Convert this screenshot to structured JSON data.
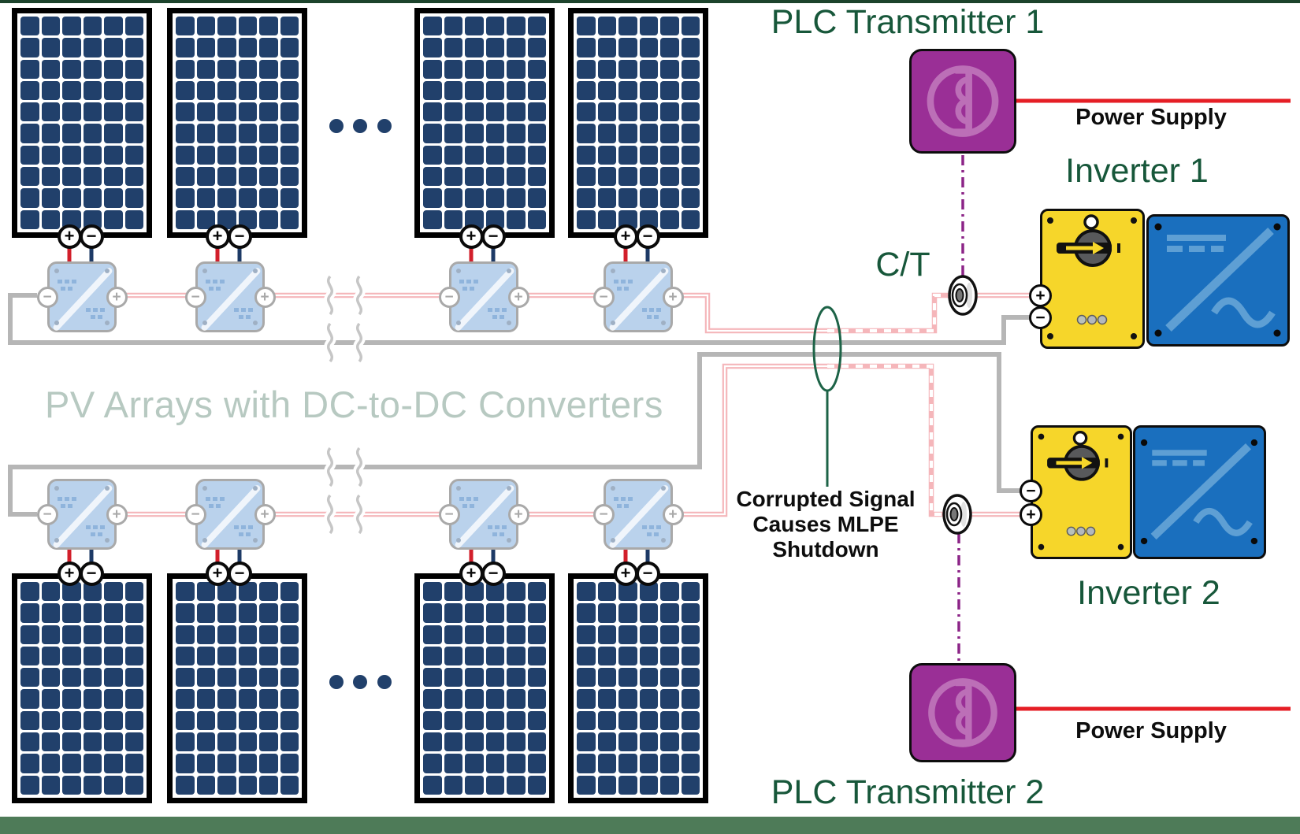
{
  "title": "PV plant power-line-communication interference diagram",
  "labels": {
    "plc_transmitter_1": "PLC Transmitter 1",
    "plc_transmitter_2": "PLC Transmitter 2",
    "power_supply_1": "Power Supply",
    "power_supply_2": "Power Supply",
    "inverter_1": "Inverter 1",
    "inverter_2": "Inverter 2",
    "ct": "C/T",
    "pv_arrays": "PV Arrays with DC-to-DC Converters",
    "corrupted_signal": [
      "Corrupted Signal",
      "Causes MLPE",
      "Shutdown"
    ],
    "switch_on_mark": "I",
    "plus_symbol": "+",
    "minus_symbol": "−"
  },
  "pv": {
    "strings": 2,
    "panels_shown_per_string": 4,
    "ellipsis_dots_per_string": 3,
    "panel_cell_grid": {
      "columns": 6,
      "rows": 10
    },
    "converters_per_string_shown": 4
  },
  "colors": {
    "navy": "#21406b",
    "conv_blue": "#bad2ec",
    "mark_blue": "#8fb4dc",
    "pink_wire": "#f5b6ba",
    "gray_wire": "#b6b6b6",
    "red_wire": "#e51e25",
    "navy_wire": "#1d3a66",
    "red_stub": "#d21f2b",
    "purple": "#9a2f96",
    "purple_icon": "#c57fc0",
    "purple_line": "#8c2487",
    "yellow": "#f6d62a",
    "switch_gray": "#58595b",
    "inv_blue": "#1a6fbe",
    "inv_symbol_blue": "#5e9fd4",
    "label_green": "#17573a",
    "pale_green": "#b7c9c1",
    "ellipse_green": "#1d6347",
    "bar_green": "#4e7b58",
    "edge_green": "#1c432c",
    "break_gray": "#c6c6c6"
  }
}
